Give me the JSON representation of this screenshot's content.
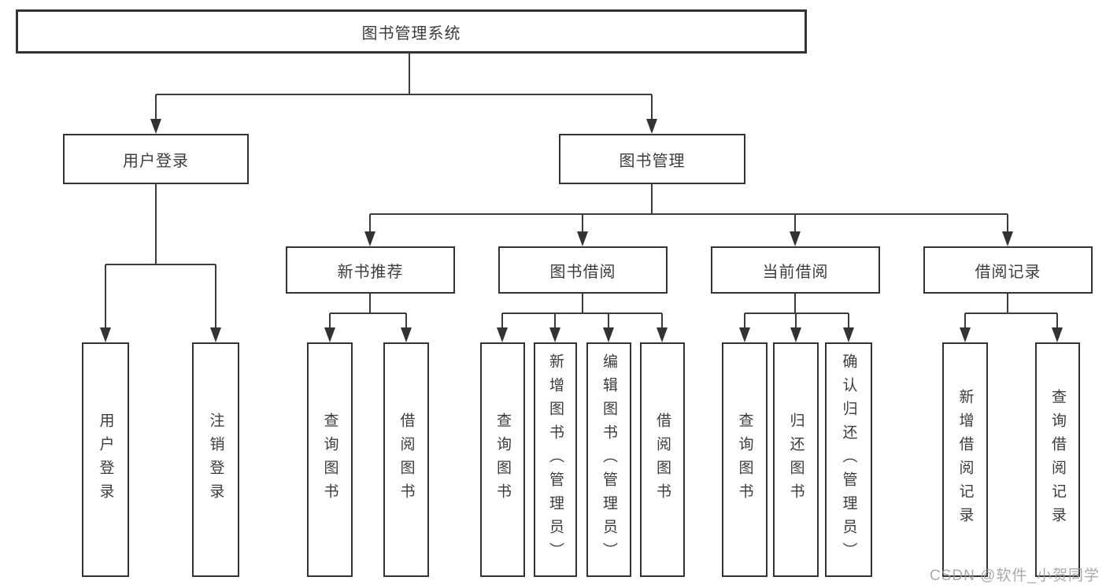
{
  "diagram": {
    "root": "图书管理系统",
    "children": [
      {
        "label": "用户登录",
        "children": [
          "用户登录",
          "注销登录"
        ]
      },
      {
        "label": "图书管理",
        "children": [
          {
            "label": "新书推荐",
            "children": [
              "查询图书",
              "借阅图书"
            ]
          },
          {
            "label": "图书借阅",
            "children": [
              "查询图书",
              "新增图书（管理员）",
              "编辑图书（管理员）",
              "借阅图书"
            ]
          },
          {
            "label": "当前借阅",
            "children": [
              "查询图书",
              "归还图书",
              "确认归还（管理员）"
            ]
          },
          {
            "label": "借阅记录",
            "children": [
              "新增借阅记录",
              "查询借阅记录"
            ]
          }
        ]
      }
    ]
  },
  "watermark": {
    "text": "CSDN @软件_小贺同学"
  },
  "colors": {
    "box_border": "#333333",
    "box_fill": "#ffffff",
    "connector_line": "#3b3b3b",
    "text": "#3c3c3c",
    "watermark_text": "#9b9b9b",
    "background": "#ffffff"
  }
}
